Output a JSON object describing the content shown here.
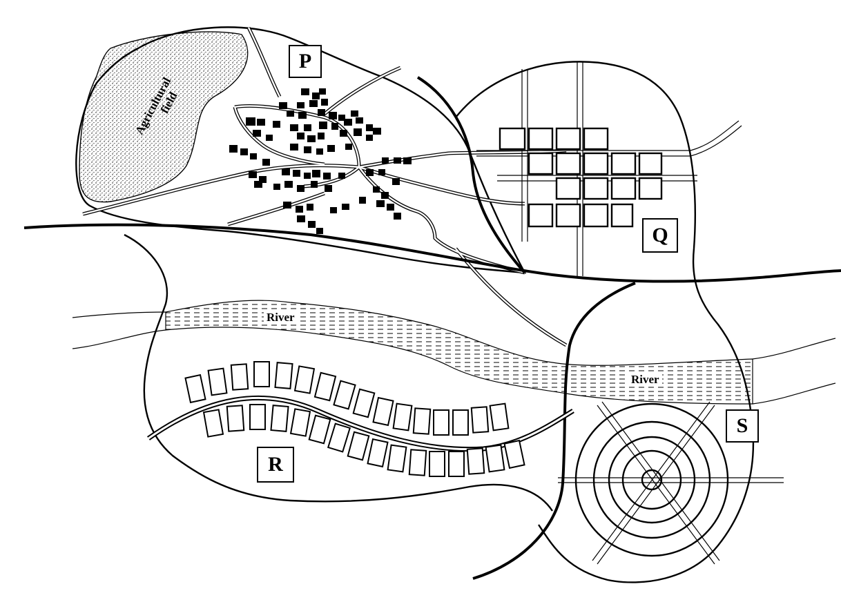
{
  "labels": {
    "p": "P",
    "q": "Q",
    "r": "R",
    "s": "S"
  },
  "field": {
    "line1": "Agricultural",
    "line2": "field"
  },
  "rivers": {
    "upper": "River",
    "lower": "River"
  },
  "colors": {
    "ink": "#000000",
    "paper": "#ffffff",
    "road_fill": "#ffffff"
  }
}
